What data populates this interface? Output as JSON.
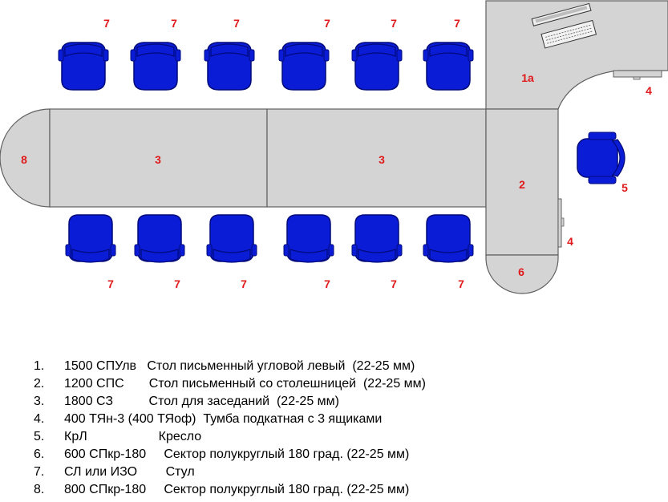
{
  "colors": {
    "table_fill": "#d4d4d4",
    "outline": "#606060",
    "chair_fill": "#0a1cd6",
    "chair_dark": "#000a7a",
    "label": "#e0191b"
  },
  "labels": {
    "desk_corner": "1а",
    "desk_straight": "2",
    "conf_table_left": "3",
    "conf_table_right": "3",
    "pedestal_top": "4",
    "pedestal_side": "4",
    "armchair": "5",
    "sector_600": "6",
    "chair": "7",
    "sector_800": "8"
  },
  "legend": [
    {
      "num": "1.",
      "text": "1500 СПУлв   Стол письменный угловой левый  (22-25 мм)"
    },
    {
      "num": "2.",
      "text": "1200 СПС       Стол письменный со столешницей  (22-25 мм)"
    },
    {
      "num": "3.",
      "text": "1800 СЗ          Стол для заседаний  (22-25 мм)"
    },
    {
      "num": "4.",
      "text": "400 ТЯн-3 (400 ТЯоф)  Тумба подкатная с 3 ящиками"
    },
    {
      "num": "5.",
      "text": "КрЛ                    Кресло"
    },
    {
      "num": "6.",
      "text": "600 СПкр-180     Сектор полукруглый 180 град. (22-25 мм)"
    },
    {
      "num": "7.",
      "text": "СЛ или ИЗО        Стул"
    },
    {
      "num": "8.",
      "text": "800 СПкр-180     Сектор полукруглый 180 град. (22-25 мм)"
    }
  ]
}
